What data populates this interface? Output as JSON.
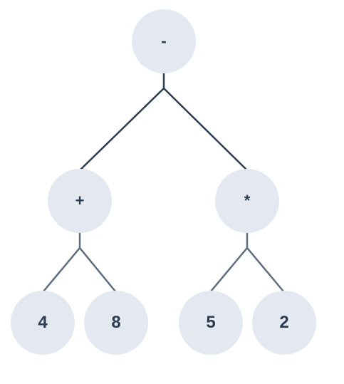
{
  "colors": {
    "node_fill": "#e4e9f1",
    "node_text": "#2c3d52",
    "edge_primary": "#2c3d52",
    "edge_secondary": "#5d6c7e"
  },
  "tree": {
    "root": {
      "label": "-"
    },
    "left_op": {
      "label": "+"
    },
    "right_op": {
      "label": "*"
    },
    "leaf_1": {
      "label": "4"
    },
    "leaf_2": {
      "label": "8"
    },
    "leaf_3": {
      "label": "5"
    },
    "leaf_4": {
      "label": "2"
    }
  }
}
